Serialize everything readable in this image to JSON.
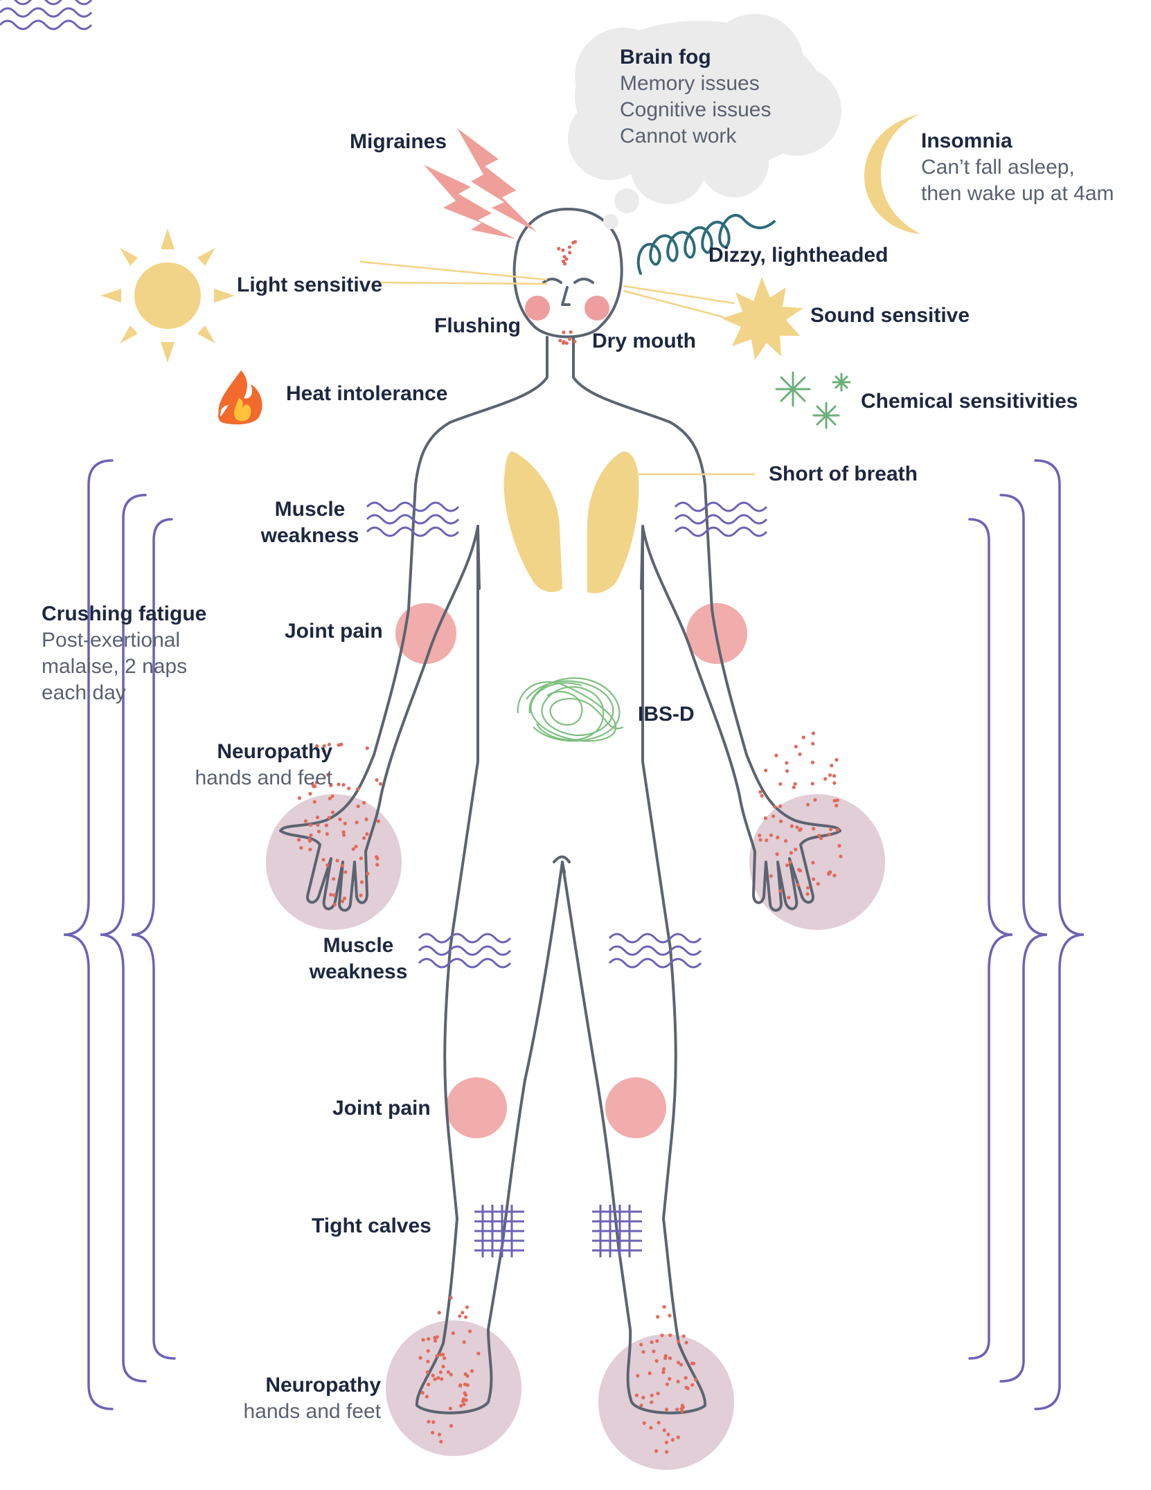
{
  "colors": {
    "outline": "#5b6470",
    "bracket": "#6b63b5",
    "pain": "#ee9e9e",
    "neuropathy_zone": "#dcc6cf",
    "dots": "#e06a5a",
    "yellow": "#f2d488",
    "cloud": "#ebebeb",
    "dizzy": "#2d6b7a",
    "chemical": "#6bb07a",
    "ibs": "#7fbf80",
    "text": "#1d2740"
  },
  "labels": {
    "brain_fog": {
      "title": "Brain fog",
      "lines": [
        "Memory issues",
        "Cognitive issues",
        "Cannot work"
      ]
    },
    "insomnia": {
      "title": "Insomnia",
      "lines": [
        "Can’t fall asleep,",
        "then wake up at 4am"
      ]
    },
    "migraines": "Migraines",
    "dizzy": "Dizzy, lightheaded",
    "light_sensitive": "Light sensitive",
    "sound_sensitive": "Sound sensitive",
    "flushing": "Flushing",
    "dry_mouth": "Dry mouth",
    "heat_intolerance": "Heat intolerance",
    "chemical_sensitivities": "Chemical sensitivities",
    "short_of_breath": "Short of breath",
    "muscle_weakness_upper": [
      "Muscle",
      "weakness"
    ],
    "joint_pain_elbows": "Joint pain",
    "crushing_fatigue": {
      "title": "Crushing fatigue",
      "lines": [
        "Post-exertional",
        "malaise, 2 naps",
        "each day"
      ]
    },
    "ibs": "IBS-D",
    "neuropathy_hands": {
      "title": "Neuropathy",
      "sub": "hands and feet"
    },
    "muscle_weakness_lower": [
      "Muscle",
      "weakness"
    ],
    "joint_pain_knees": "Joint pain",
    "tight_calves": "Tight calves",
    "neuropathy_feet": {
      "title": "Neuropathy",
      "sub": "hands and feet"
    }
  },
  "icons": {
    "cloud": "thought-cloud-icon",
    "moon": "crescent-moon-icon",
    "lightning": "lightning-bolt-icon",
    "sun": "sun-icon",
    "sound": "starburst-icon",
    "flame": "flame-icon",
    "chemical": "asterisk-sparkle-icon",
    "wave": "wavy-lines-icon",
    "grid": "crosshatch-icon",
    "spiral": "coil-icon",
    "tangle": "tangled-lines-icon"
  }
}
